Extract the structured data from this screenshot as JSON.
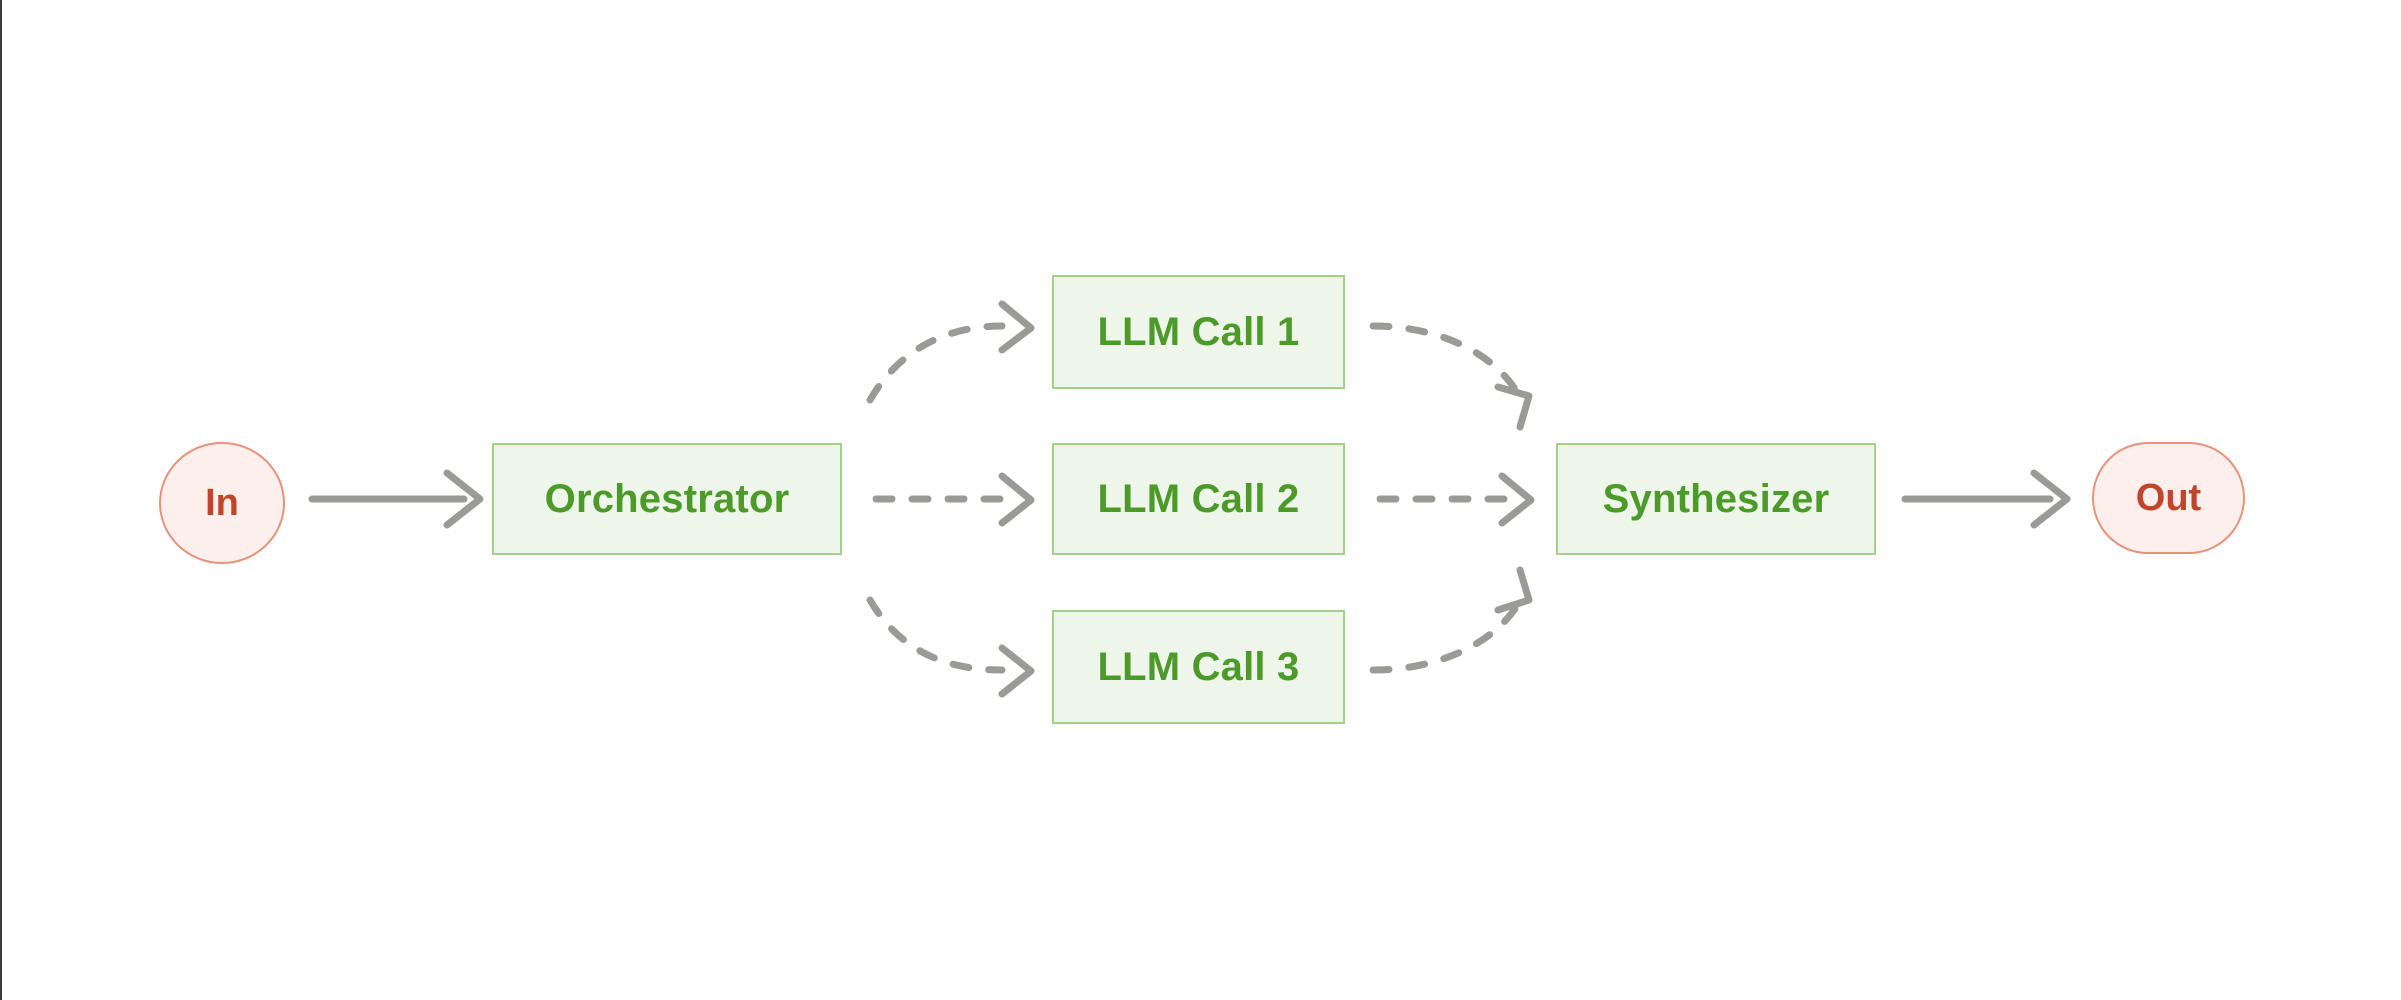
{
  "diagram": {
    "type": "flowchart",
    "orientation": "left-to-right",
    "title": "",
    "nodes": [
      {
        "id": "in",
        "label": "In",
        "shape": "circle",
        "role": "terminal",
        "fill": "#fdf0ec",
        "stroke": "#e8927c",
        "text_color": "#c0452a"
      },
      {
        "id": "orch",
        "label": "Orchestrator",
        "shape": "rect",
        "role": "process",
        "fill": "#eef5e9",
        "stroke": "#a5d08a",
        "text_color": "#4c9a2a"
      },
      {
        "id": "llm1",
        "label": "LLM Call 1",
        "shape": "rect",
        "role": "process",
        "fill": "#eef5e9",
        "stroke": "#a5d08a",
        "text_color": "#4c9a2a"
      },
      {
        "id": "llm2",
        "label": "LLM Call 2",
        "shape": "rect",
        "role": "process",
        "fill": "#eef5e9",
        "stroke": "#a5d08a",
        "text_color": "#4c9a2a"
      },
      {
        "id": "llm3",
        "label": "LLM Call 3",
        "shape": "rect",
        "role": "process",
        "fill": "#eef5e9",
        "stroke": "#a5d08a",
        "text_color": "#4c9a2a"
      },
      {
        "id": "synth",
        "label": "Synthesizer",
        "shape": "rect",
        "role": "process",
        "fill": "#eef5e9",
        "stroke": "#a5d08a",
        "text_color": "#4c9a2a"
      },
      {
        "id": "out",
        "label": "Out",
        "shape": "stadium",
        "role": "terminal",
        "fill": "#fdf0ec",
        "stroke": "#e8927c",
        "text_color": "#c0452a"
      }
    ],
    "edges": [
      {
        "from": "in",
        "to": "orch",
        "style": "solid",
        "label": "",
        "color": "#9a9a96"
      },
      {
        "from": "orch",
        "to": "llm1",
        "style": "dashed",
        "label": "",
        "color": "#9a9a96"
      },
      {
        "from": "orch",
        "to": "llm2",
        "style": "dashed",
        "label": "",
        "color": "#9a9a96"
      },
      {
        "from": "orch",
        "to": "llm3",
        "style": "dashed",
        "label": "",
        "color": "#9a9a96"
      },
      {
        "from": "llm1",
        "to": "synth",
        "style": "dashed",
        "label": "",
        "color": "#9a9a96"
      },
      {
        "from": "llm2",
        "to": "synth",
        "style": "dashed",
        "label": "",
        "color": "#9a9a96"
      },
      {
        "from": "llm3",
        "to": "synth",
        "style": "dashed",
        "label": "",
        "color": "#9a9a96"
      },
      {
        "from": "synth",
        "to": "out",
        "style": "solid",
        "label": "",
        "color": "#9a9a96"
      }
    ],
    "background": "#ffffff"
  }
}
